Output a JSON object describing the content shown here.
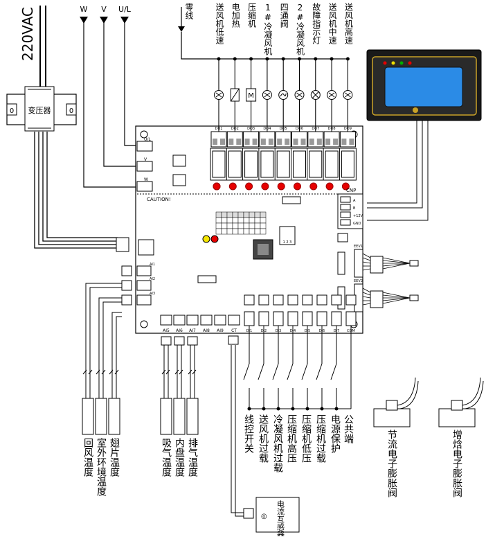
{
  "power": {
    "supply_label": "220VAC",
    "transformer_label": "变压器",
    "phase_labels": [
      "W",
      "V",
      "U/L"
    ]
  },
  "outputs": {
    "neutral_label": "零线",
    "loads": [
      "送风机低速",
      "电加热",
      "压缩机",
      "1#冷凝风机",
      "四通阀",
      "2#冷凝风机",
      "故障指示灯",
      "送风机中速",
      "送风机高速"
    ],
    "load_symbols": [
      "fan",
      "heater",
      "motor",
      "fan",
      "valve",
      "fan",
      "lamp",
      "fan",
      "fan"
    ],
    "relay_labels": [
      "DO1",
      "DO2",
      "DO3",
      "DO4",
      "DO5",
      "DO6",
      "DO7",
      "DO8",
      "DO9"
    ]
  },
  "board": {
    "caution_label": "CAUTION!",
    "input_terminal_labels": [
      "U/L",
      "V",
      "W"
    ],
    "cnp_label": "CNP",
    "cnp_pins": [
      "A",
      "B",
      "+12V",
      "GND"
    ],
    "temp_inputs": [
      "AI1",
      "AI2",
      "AI3"
    ],
    "lower_inputs": [
      "AI5",
      "AI6",
      "AI7",
      "AI8",
      "AI9",
      "CT"
    ],
    "di_labels": [
      "DI1",
      "DI2",
      "DI3",
      "DI4",
      "DI5",
      "DI6",
      "DI7",
      "COM"
    ],
    "eev_labels": [
      "EEV1",
      "EEV2"
    ]
  },
  "left_sensors": [
    "回风温度",
    "室外环境温度",
    "翅片温度"
  ],
  "bottom_sensors": [
    "吸气温度",
    "内盘温度",
    "排气温度"
  ],
  "ct": {
    "label": "电流互感器"
  },
  "switch_inputs": [
    "线控开关",
    "送风机过载",
    "冷凝风机过载",
    "压缩机高压",
    "压缩机低压",
    "压缩机过载",
    "电源保护",
    "公共端"
  ],
  "valves": [
    "节流电子膨胀阀",
    "增焓电子膨胀阀"
  ],
  "display": {
    "accent_colors": [
      "#e60000",
      "#f0e000",
      "#00b000",
      "#e60000"
    ],
    "screen_color": "#2b8be6"
  }
}
